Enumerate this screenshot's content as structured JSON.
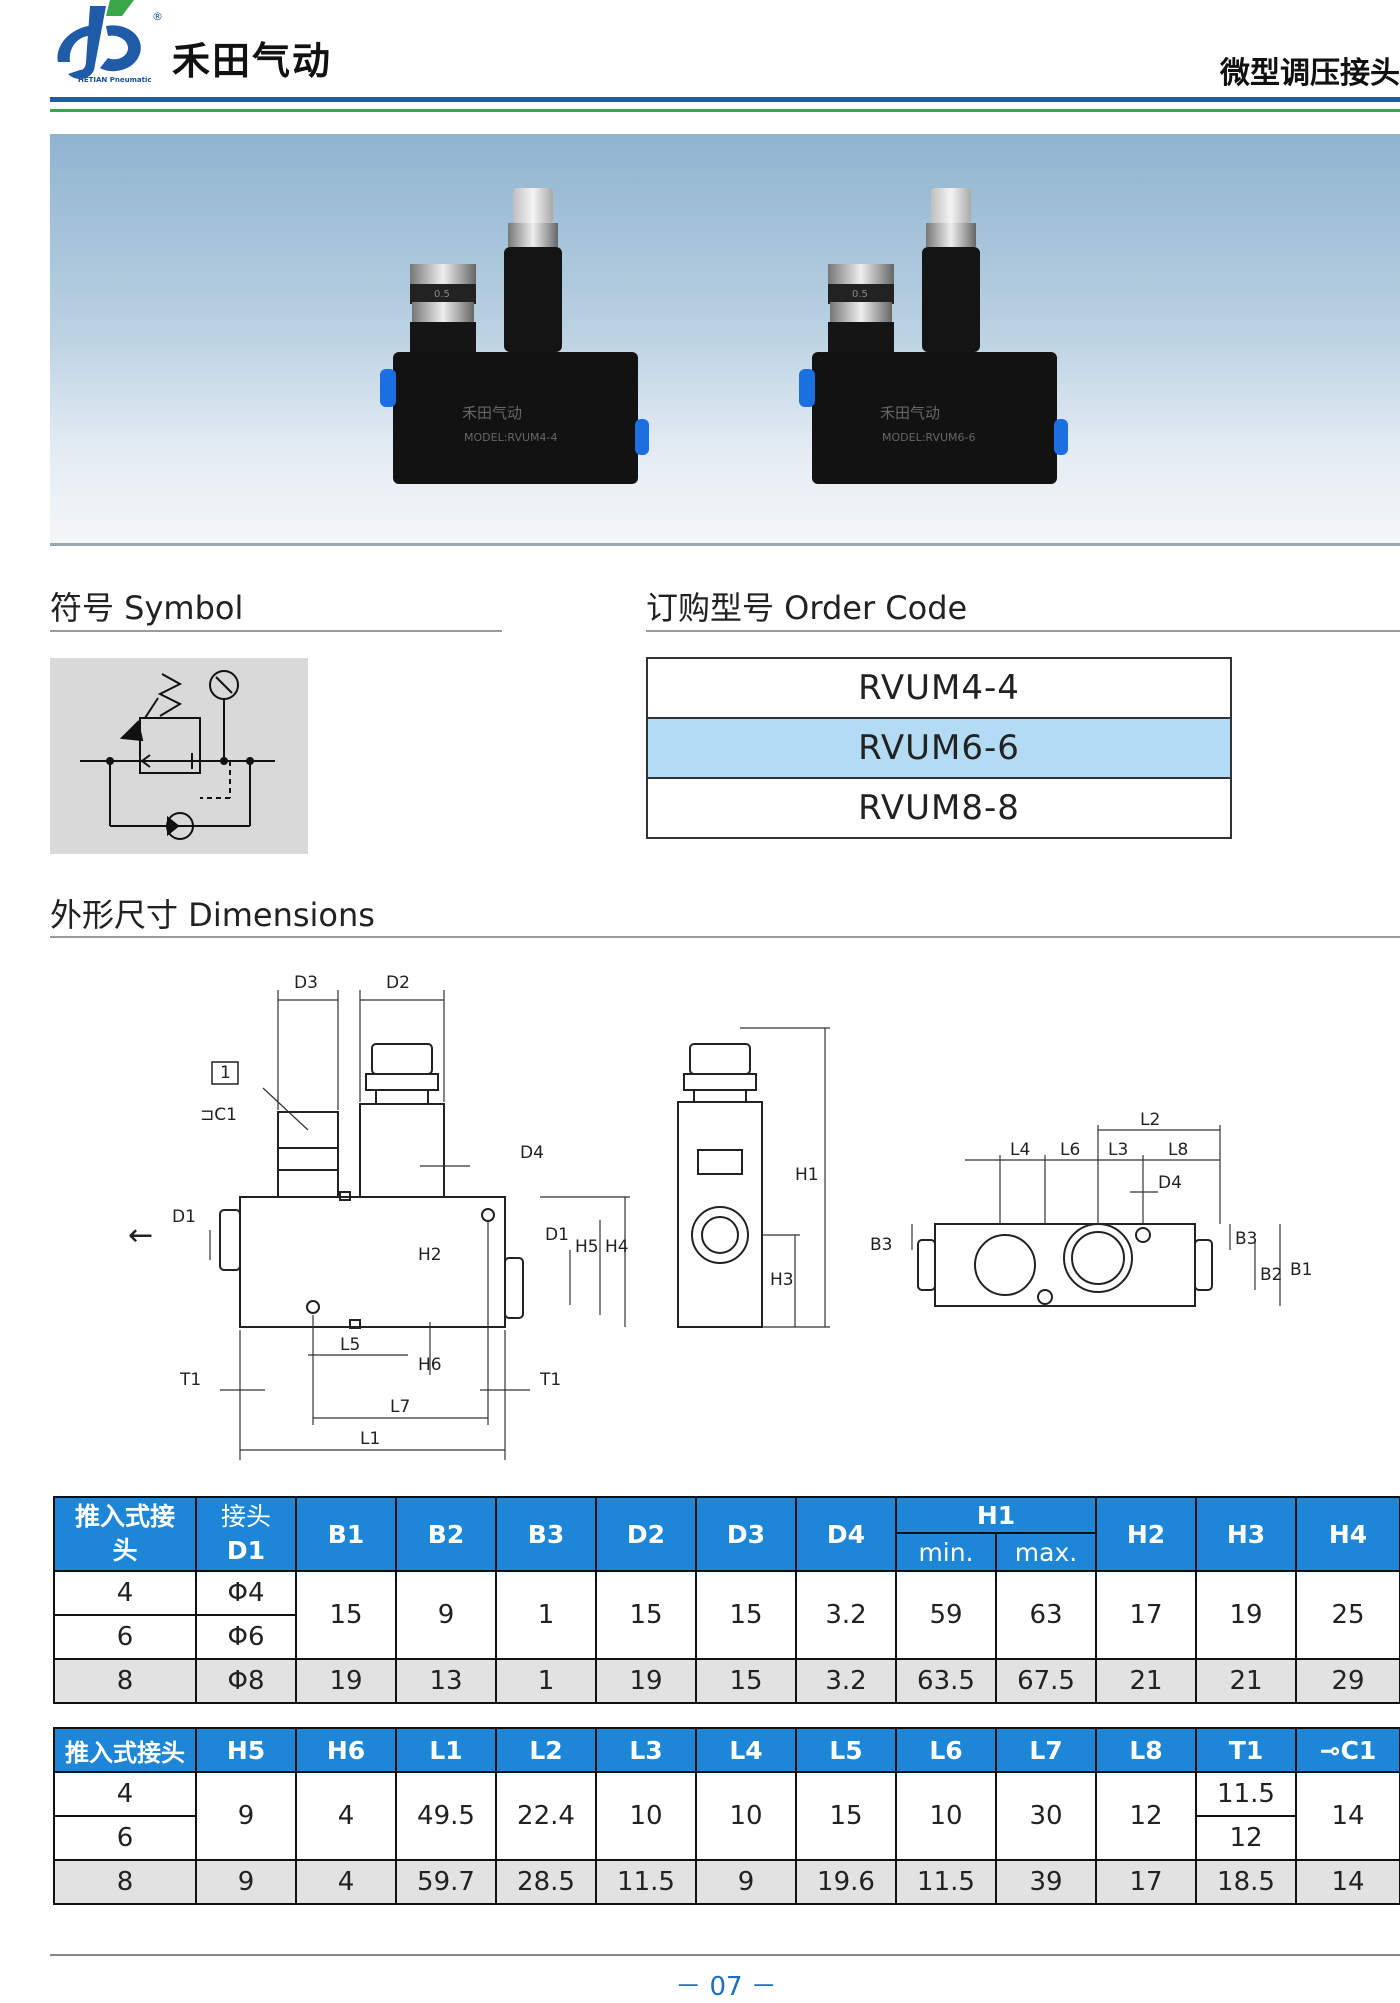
{
  "header": {
    "brand_name": "禾田气动",
    "brand_sub": "HETIAN Pneumatic",
    "reg_mark": "®",
    "page_heading": "微型调压接头",
    "colors": {
      "blue": "#1f5ba6",
      "green": "#3aa64a"
    }
  },
  "photo": {
    "products": [
      {
        "brand": "禾田气动",
        "model": "MODEL:RVUM4-4",
        "gauge": "0.5"
      },
      {
        "brand": "禾田气动",
        "model": "MODEL:RVUM6-6",
        "gauge": "0.5"
      }
    ]
  },
  "symbol": {
    "title": "符号 Symbol"
  },
  "order_code": {
    "title": "订购型号 Order Code",
    "codes": [
      "RVUM4-4",
      "RVUM6-6",
      "RVUM8-8"
    ],
    "highlight_color": "#b3dcf4"
  },
  "dimensions": {
    "title": "外形尺寸 Dimensions",
    "labels": {
      "d3": "D3",
      "d2": "D2",
      "d4": "D4",
      "d1": "D1",
      "h1": "H1",
      "h2": "H2",
      "h3": "H3",
      "h4": "H4",
      "h5": "H5",
      "h6": "H6",
      "l1": "L1",
      "l2": "L2",
      "l3": "L3",
      "l4": "L4",
      "l5": "L5",
      "l6": "L6",
      "l7": "L7",
      "l8": "L8",
      "t1": "T1",
      "b1": "B1",
      "b2": "B2",
      "b3": "B3",
      "callout_1": "1",
      "wrench": "⊐C1",
      "arrow": "←"
    }
  },
  "table1": {
    "headers": {
      "push_in_fitting": "推入式接头",
      "fitting_d1_top": "接头",
      "fitting_d1_bottom": "D1",
      "b1": "B1",
      "b2": "B2",
      "b3": "B3",
      "d2": "D2",
      "d3": "D3",
      "d4": "D4",
      "h1": "H1",
      "h1_min": "min.",
      "h1_max": "max.",
      "h2": "H2",
      "h3": "H3",
      "h4": "H4"
    },
    "rows": [
      {
        "size": "4",
        "d1": "Φ4"
      },
      {
        "size": "6",
        "d1": "Φ6"
      },
      {
        "size": "8",
        "d1": "Φ8",
        "b1": "19",
        "b2": "13",
        "b3": "1",
        "d2": "19",
        "d3": "15",
        "d4": "3.2",
        "h1_min": "63.5",
        "h1_max": "67.5",
        "h2": "21",
        "h3": "21",
        "h4": "29"
      }
    ],
    "shared_4_6": {
      "b1": "15",
      "b2": "9",
      "b3": "1",
      "d2": "15",
      "d3": "15",
      "d4": "3.2",
      "h1_min": "59",
      "h1_max": "63",
      "h2": "17",
      "h3": "19",
      "h4": "25"
    }
  },
  "table2": {
    "headers": {
      "push_in_fitting": "推入式接头",
      "h5": "H5",
      "h6": "H6",
      "l1": "L1",
      "l2": "L2",
      "l3": "L3",
      "l4": "L4",
      "l5": "L5",
      "l6": "L6",
      "l7": "L7",
      "l8": "L8",
      "t1": "T1",
      "c1": "⊸C1"
    },
    "rows": [
      {
        "size": "4",
        "t1": "11.5"
      },
      {
        "size": "6",
        "t1": "12"
      },
      {
        "size": "8",
        "h5": "9",
        "h6": "4",
        "l1": "59.7",
        "l2": "28.5",
        "l3": "11.5",
        "l4": "9",
        "l5": "19.6",
        "l6": "11.5",
        "l7": "39",
        "l8": "17",
        "t1": "18.5",
        "c1": "14"
      }
    ],
    "shared_4_6": {
      "h5": "9",
      "h6": "4",
      "l1": "49.5",
      "l2": "22.4",
      "l3": "10",
      "l4": "10",
      "l5": "15",
      "l6": "10",
      "l7": "30",
      "l8": "12",
      "c1": "14"
    }
  },
  "footer": {
    "page_number": "－ 07 －"
  }
}
